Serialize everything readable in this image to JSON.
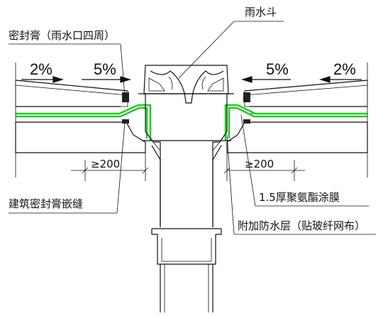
{
  "labels": {
    "drain_head": "雨水斗",
    "sealant_around": "密封膏（雨水口四周）",
    "slope_left_outer": "2%",
    "slope_left_inner": "5%",
    "slope_right_inner": "5%",
    "slope_right_outer": "2%",
    "dim_left": "≥200",
    "dim_right": "≥200",
    "joint_sealant": "建筑密封膏嵌缝",
    "coating_membrane": "1.5厚聚氨酯涂膜",
    "extra_waterproof": "附加防水层（贴玻纤网布）"
  },
  "colors": {
    "line": "#111111",
    "membrane": "#22cc22",
    "hatch": "#777777",
    "background": "#ffffff"
  }
}
